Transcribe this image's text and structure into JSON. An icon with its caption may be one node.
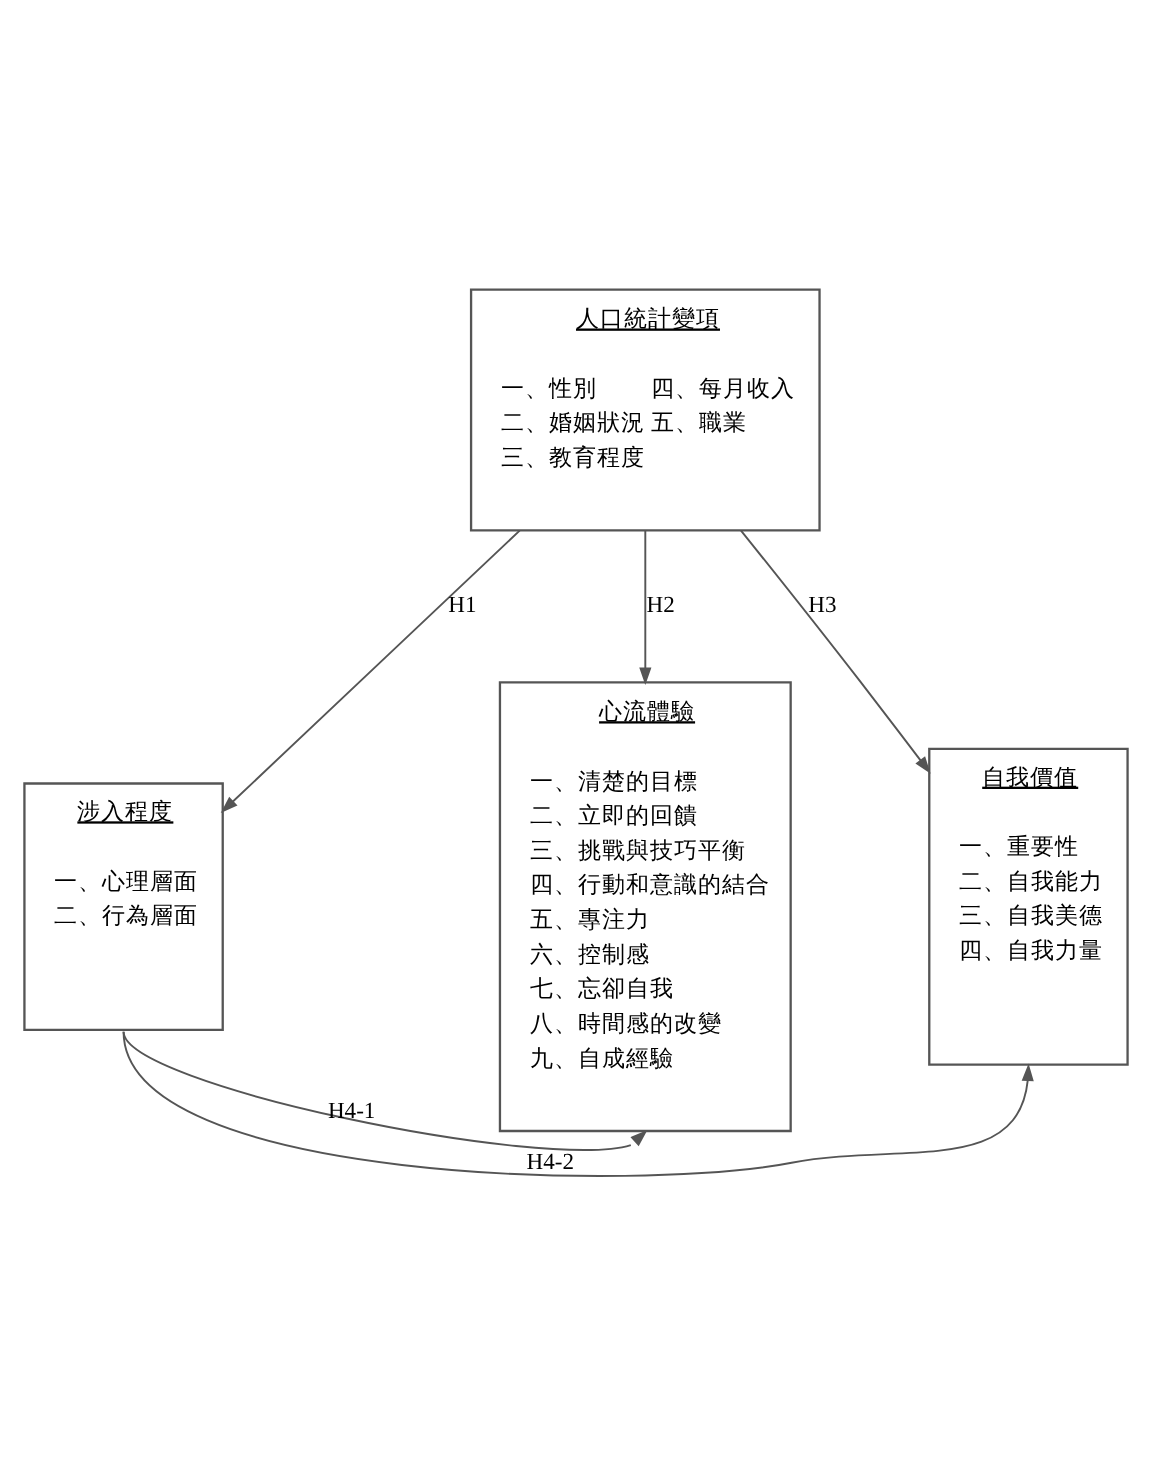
{
  "diagram": {
    "nodes": [
      {
        "text": [
          "人口統計變項",
          "一、性別",
          "二、婚姻狀況",
          "三、教育程度",
          "四、每月收入",
          "五、職業"
        ]
      },
      {
        "text": [
          "涉入程度",
          "一、心理層面",
          "二、行為層面"
        ]
      },
      {
        "text": [
          "心流體驗",
          "一、清楚的目標",
          "二、立即的回饋",
          "三、挑戰與技巧平衡",
          "四、行動和意識的結合",
          "五、專注力",
          "六、控制感",
          "七、忘卻自我",
          "八、時間感的改變",
          "九、自成經驗"
        ]
      },
      {
        "text": [
          "自我價值",
          "一、重要性",
          "二、自我能力",
          "三、自我美德",
          "四、自我力量"
        ]
      }
    ],
    "edges": [
      {
        "from": 0,
        "to": 1,
        "arrow": "to",
        "label": "H1"
      },
      {
        "from": 0,
        "to": 2,
        "arrow": "to",
        "label": "H2"
      },
      {
        "from": 0,
        "to": 3,
        "arrow": "to",
        "label": "H3"
      },
      {
        "from": 1,
        "to": 2,
        "arrow": "to",
        "label": "H4-1"
      },
      {
        "from": 1,
        "to": 3,
        "arrow": "to",
        "label": "H4-2"
      }
    ]
  }
}
